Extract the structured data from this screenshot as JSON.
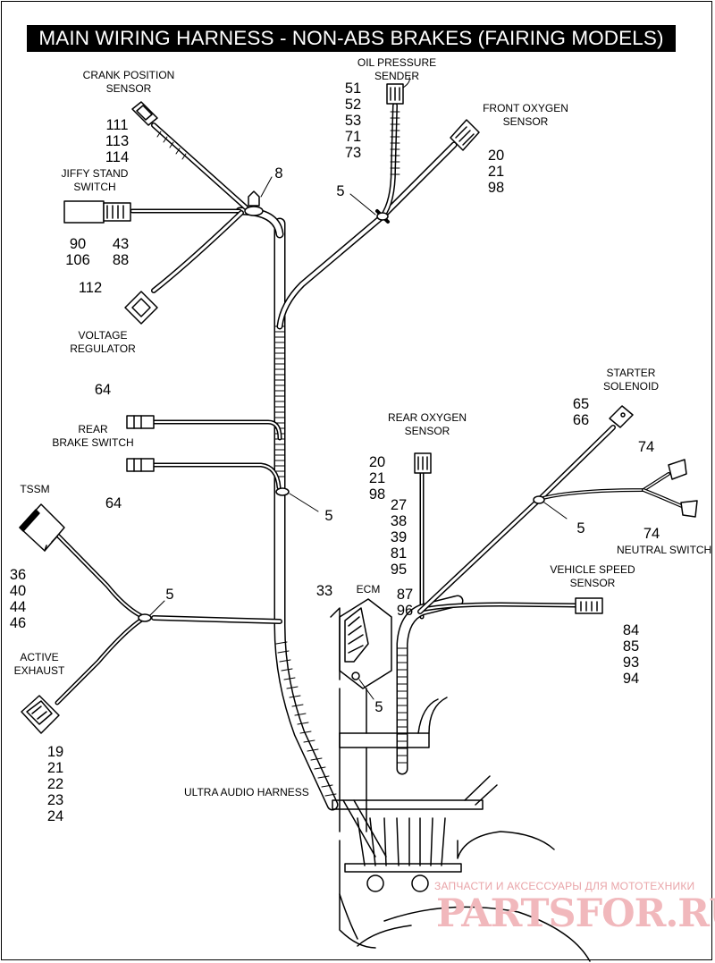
{
  "title": "MAIN WIRING HARNESS - NON-ABS BRAKES (FAIRING MODELS)",
  "labels": {
    "crank_position_sensor": [
      "CRANK POSITION",
      "SENSOR"
    ],
    "oil_pressure_sender": [
      "OIL PRESSURE",
      "SENDER"
    ],
    "front_oxygen_sensor": [
      "FRONT OXYGEN",
      "SENSOR"
    ],
    "jiffy_stand_switch": [
      "JIFFY STAND",
      "SWITCH"
    ],
    "voltage_regulator": [
      "VOLTAGE",
      "REGULATOR"
    ],
    "rear_brake_switch": [
      "REAR",
      "BRAKE SWITCH"
    ],
    "tssm": [
      "TSSM"
    ],
    "active_exhaust": [
      "ACTIVE",
      "EXHAUST"
    ],
    "rear_oxygen_sensor": [
      "REAR OXYGEN",
      "SENSOR"
    ],
    "ecm": [
      "ECM"
    ],
    "starter_solenoid": [
      "STARTER",
      "SOLENOID"
    ],
    "neutral_switch": [
      "NEUTRAL SWITCH"
    ],
    "vehicle_speed_sensor": [
      "VEHICLE SPEED",
      "SENSOR"
    ],
    "ultra_audio_harness": [
      "ULTRA AUDIO HARNESS"
    ]
  },
  "callouts": {
    "crank_sensor": [
      "111",
      "113",
      "114"
    ],
    "oil_pressure": [
      "51",
      "52",
      "53",
      "71",
      "73"
    ],
    "front_oxygen": [
      "20",
      "21",
      "98"
    ],
    "clip_top": [
      "8"
    ],
    "clip_upper": [
      "5"
    ],
    "jiffy_left": [
      "90",
      "106"
    ],
    "jiffy_right": [
      "43",
      "88"
    ],
    "voltage_reg": [
      "112"
    ],
    "brake_switch_upper": [
      "64"
    ],
    "brake_switch_lower": [
      "64"
    ],
    "clip_mid": [
      "5"
    ],
    "tssm": [
      "36",
      "40",
      "44",
      "46"
    ],
    "clip_left": [
      "5"
    ],
    "active_exhaust": [
      "19",
      "21",
      "22",
      "23",
      "24"
    ],
    "rear_oxygen": [
      "20",
      "21",
      "98"
    ],
    "rear_oxygen_extra": [
      "27",
      "38",
      "39",
      "81",
      "95"
    ],
    "ecm_left": [
      "33"
    ],
    "ecm_right": [
      "87",
      "96"
    ],
    "clip_ecm": [
      "5"
    ],
    "starter": [
      "65",
      "66"
    ],
    "neutral_top": [
      "74"
    ],
    "neutral_bottom": [
      "74"
    ],
    "clip_right": [
      "5"
    ],
    "speed_sensor": [
      "84",
      "85",
      "93",
      "94"
    ]
  },
  "watermark": {
    "tagline": "ЗАПЧАСТИ И АКСЕССУАРЫ ДЛЯ МОТОТЕХНИКИ",
    "brand": "PARTSFOR.RU"
  }
}
